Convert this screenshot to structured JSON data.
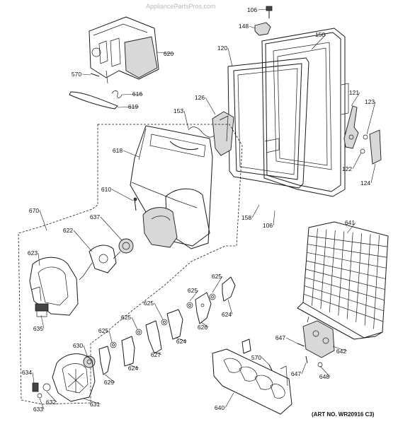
{
  "watermark": "AppliancePartsPros.com",
  "art_number": "(ART NO. WR20916 C3)",
  "callouts": [
    {
      "id": "106a",
      "label": "106"
    },
    {
      "id": "148",
      "label": "148"
    },
    {
      "id": "150",
      "label": "150"
    },
    {
      "id": "120",
      "label": "120"
    },
    {
      "id": "620",
      "label": "620"
    },
    {
      "id": "570a",
      "label": "570"
    },
    {
      "id": "616",
      "label": "616"
    },
    {
      "id": "619",
      "label": "619"
    },
    {
      "id": "126",
      "label": "126"
    },
    {
      "id": "153",
      "label": "153"
    },
    {
      "id": "121",
      "label": "121"
    },
    {
      "id": "123",
      "label": "123"
    },
    {
      "id": "122",
      "label": "122"
    },
    {
      "id": "124",
      "label": "124"
    },
    {
      "id": "618",
      "label": "618"
    },
    {
      "id": "610",
      "label": "610"
    },
    {
      "id": "158",
      "label": "158"
    },
    {
      "id": "106b",
      "label": "106"
    },
    {
      "id": "670",
      "label": "670"
    },
    {
      "id": "637",
      "label": "637"
    },
    {
      "id": "641",
      "label": "641"
    },
    {
      "id": "622",
      "label": "622"
    },
    {
      "id": "623",
      "label": "623"
    },
    {
      "id": "625a",
      "label": "625"
    },
    {
      "id": "625b",
      "label": "625"
    },
    {
      "id": "625c",
      "label": "625"
    },
    {
      "id": "625d",
      "label": "625"
    },
    {
      "id": "625e",
      "label": "625"
    },
    {
      "id": "624a",
      "label": "624"
    },
    {
      "id": "626",
      "label": "626"
    },
    {
      "id": "624b",
      "label": "624"
    },
    {
      "id": "627",
      "label": "627"
    },
    {
      "id": "624c",
      "label": "624"
    },
    {
      "id": "635",
      "label": "635"
    },
    {
      "id": "630",
      "label": "630"
    },
    {
      "id": "629",
      "label": "629"
    },
    {
      "id": "647a",
      "label": "647"
    },
    {
      "id": "642",
      "label": "642"
    },
    {
      "id": "570b",
      "label": "570"
    },
    {
      "id": "647b",
      "label": "647"
    },
    {
      "id": "648",
      "label": "648"
    },
    {
      "id": "634",
      "label": "634"
    },
    {
      "id": "632",
      "label": "632"
    },
    {
      "id": "633",
      "label": "633"
    },
    {
      "id": "631",
      "label": "631"
    },
    {
      "id": "640",
      "label": "640"
    }
  ]
}
